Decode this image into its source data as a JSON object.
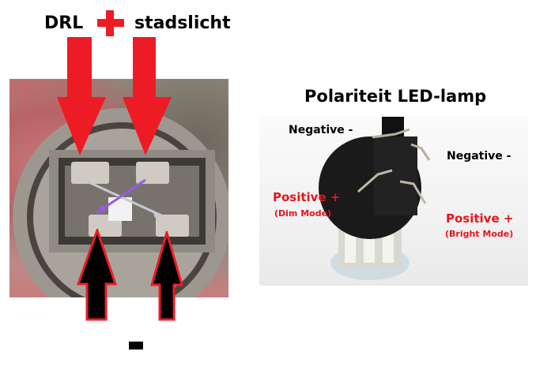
{
  "left_diagram": {
    "label_drl": "DRL",
    "label_plus": "+",
    "label_stadslicht": "stadslicht",
    "label_minus": "-",
    "arrow_down_color": "#ed1c24",
    "arrow_up_fill": "#000000",
    "arrow_up_outline": "#ed1c24",
    "photo_alt": "Bulb socket connector with four terminals"
  },
  "right_diagram": {
    "title": "Polariteit LED-lamp",
    "labels": {
      "negative_1": "Negative -",
      "negative_2": "Negative -",
      "positive_dim": "Positive +",
      "positive_dim_mode": "(Dim Mode)",
      "positive_bright": "Positive +",
      "positive_bright_mode": "(Bright Mode)"
    },
    "positive_color": "#e8141c",
    "negative_color": "#000000",
    "photo_alt": "LED lamp base with four wire pins"
  }
}
